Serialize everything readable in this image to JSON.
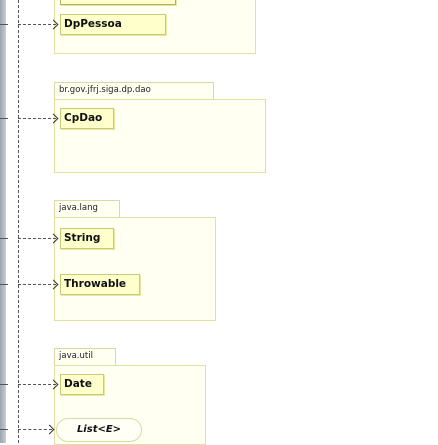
{
  "diagram": {
    "packages": [
      {
        "id": "top",
        "label": ""
      },
      {
        "id": "pkg-dao",
        "label": "br.gov.jfrj.siga.dp.dao"
      },
      {
        "id": "pkg-lang",
        "label": "java.lang"
      },
      {
        "id": "pkg-util",
        "label": "java.util"
      }
    ],
    "classes": [
      {
        "name": "DpPessoa",
        "package": "top"
      },
      {
        "name": "CpDao",
        "package": "br.gov.jfrj.siga.dp.dao"
      },
      {
        "name": "String",
        "package": "java.lang"
      },
      {
        "name": "Throwable",
        "package": "java.lang"
      },
      {
        "name": "Date",
        "package": "java.util"
      }
    ],
    "interfaces": [
      {
        "name": "List<E>",
        "package": "java.util"
      }
    ],
    "arrows": [
      "DpPessoa",
      "CpDao",
      "String",
      "Throwable",
      "Date",
      "List<E>"
    ]
  }
}
